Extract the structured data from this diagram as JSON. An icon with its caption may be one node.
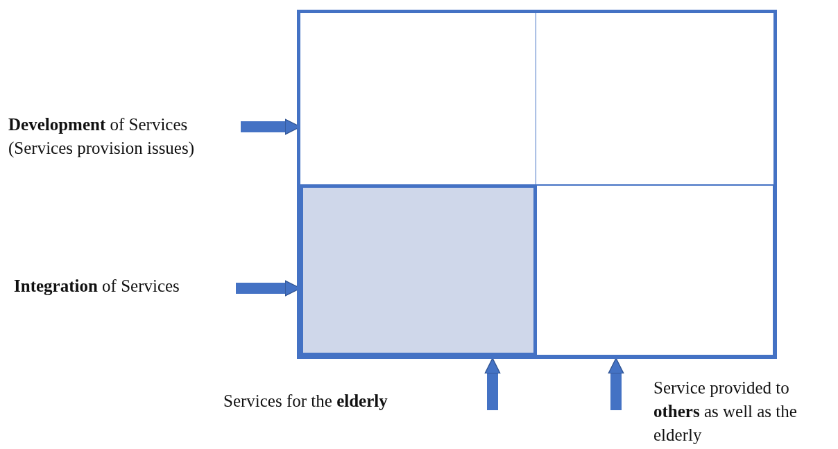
{
  "diagram": {
    "nodes": [
      {
        "text": [
          "**Development** of Services (Services provision issues)"
        ]
      },
      {
        "text": [
          "**Integration** of Services"
        ]
      },
      {
        "text": [],
        "shape": "box"
      },
      {
        "text": [],
        "shape": "box",
        "in": 2
      },
      {
        "text": [],
        "shape": "box",
        "in": 2
      },
      {
        "text": [],
        "shape": "box",
        "in": 2
      },
      {
        "text": [],
        "shape": "box",
        "in": 2
      }
    ],
    "edges": [
      {
        "from": 0,
        "to": 3,
        "arrow": "to"
      },
      {
        "from": 1,
        "to": 5,
        "arrow": "to"
      },
      {
        "from": null,
        "to": 5,
        "arrow": "to"
      },
      {
        "from": null,
        "to": 6,
        "arrow": "to"
      }
    ],
    "labels": [
      "Services for the **elderly**",
      "Service provided to **others** as well as the elderly"
    ]
  }
}
